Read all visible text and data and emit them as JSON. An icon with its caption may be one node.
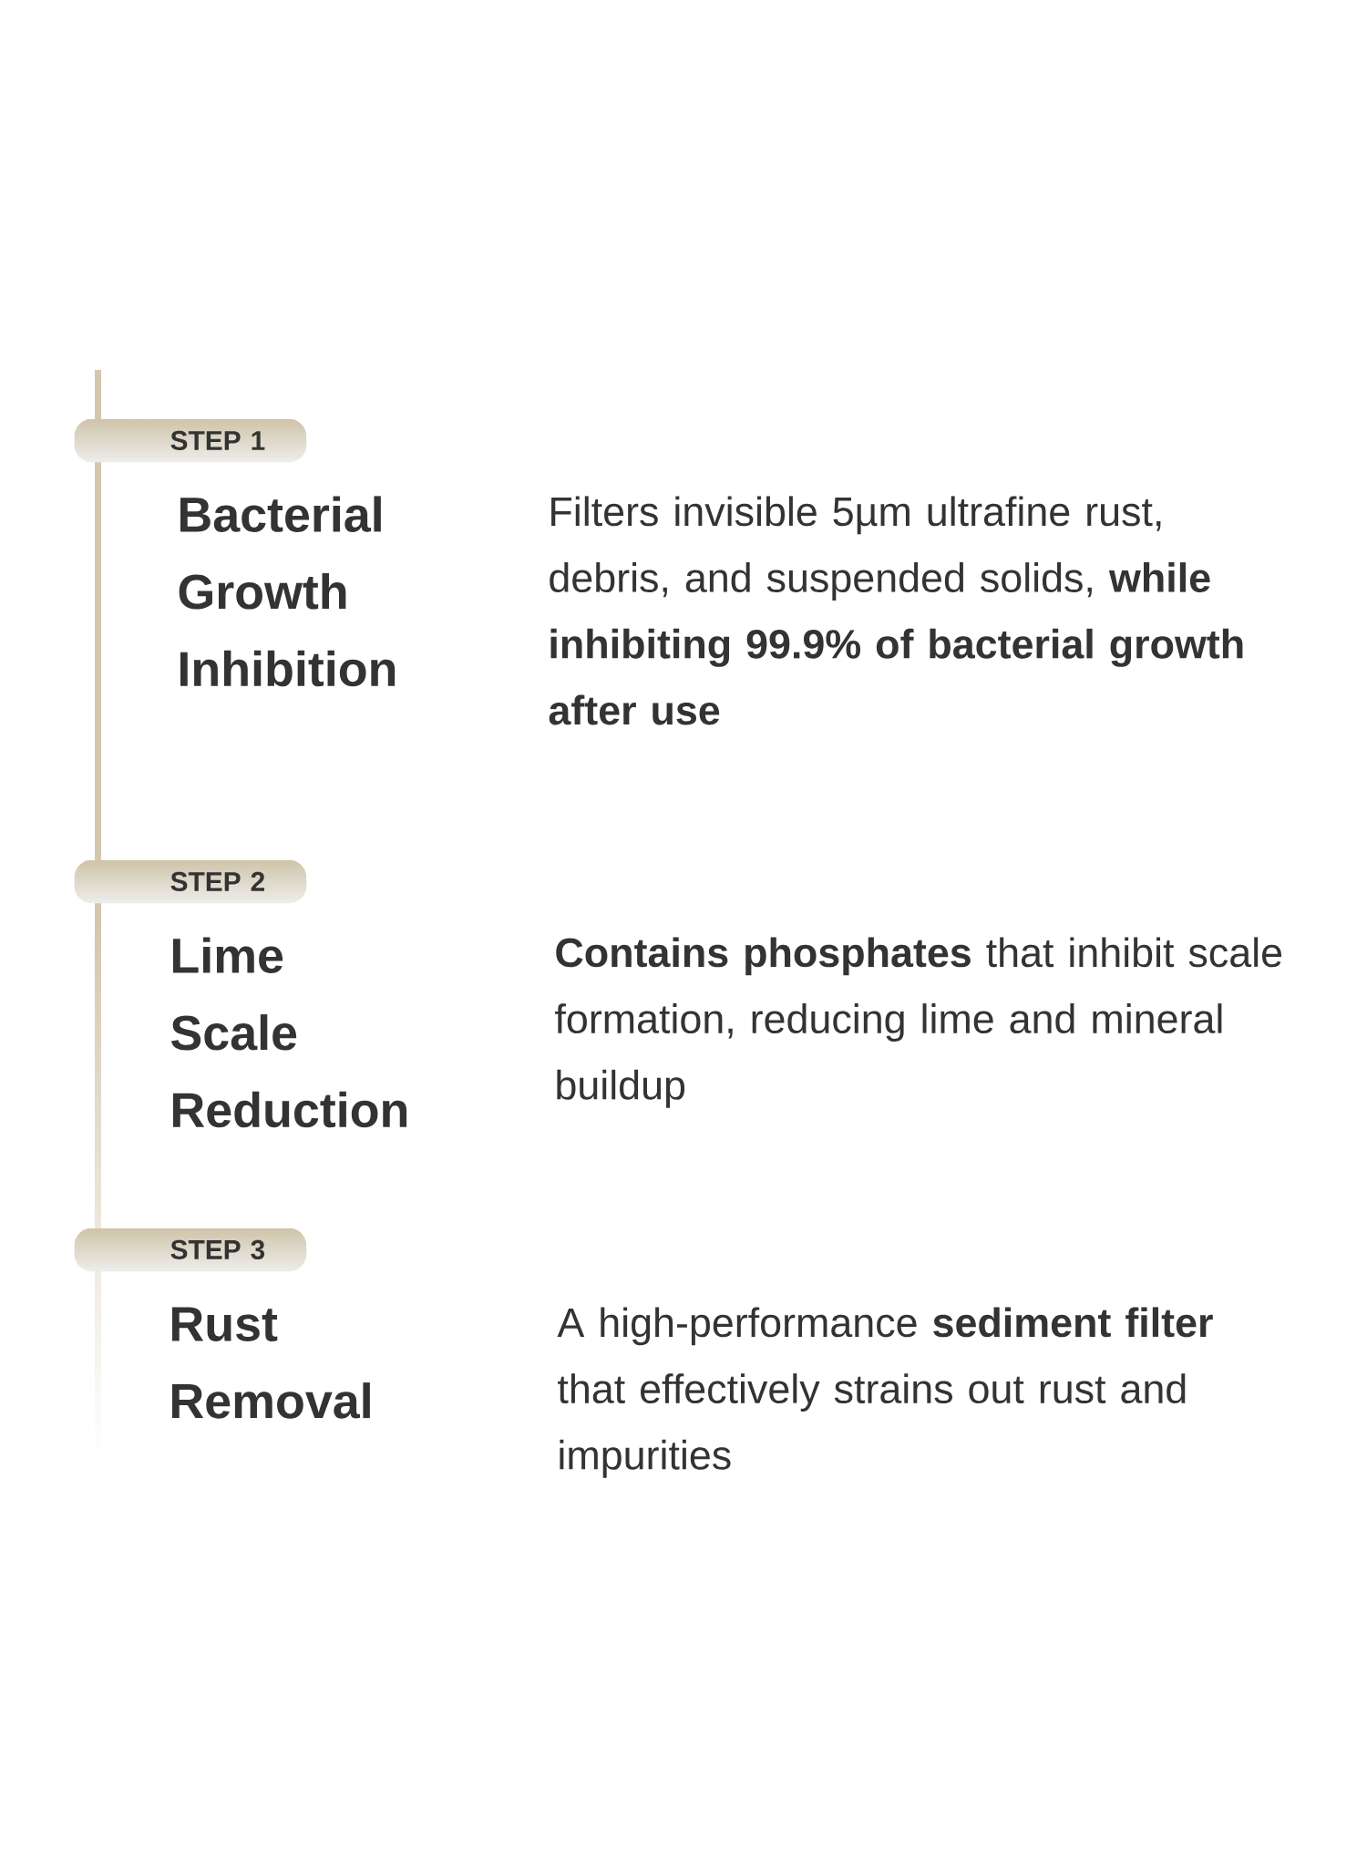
{
  "diagram": {
    "nodes": [
      {
        "text": [
          "STEP 1"
        ]
      },
      {
        "text": [
          "STEP 2"
        ]
      },
      {
        "text": [
          "STEP 3"
        ]
      }
    ],
    "labels": [
      "Bacterial Growth Inhibition",
      "Filters invisible 5µm ultrafine rust, debris, and suspended solids, **while inhibiting 99.9% of bacterial growth after use**",
      "Lime Scale Reduction",
      "**Contains phosphates** that inhibit scale formation, reducing lime and mineral buildup",
      "Rust Removal",
      "A high-performance **sediment filter** that effectively strains out rust and impurities"
    ]
  }
}
